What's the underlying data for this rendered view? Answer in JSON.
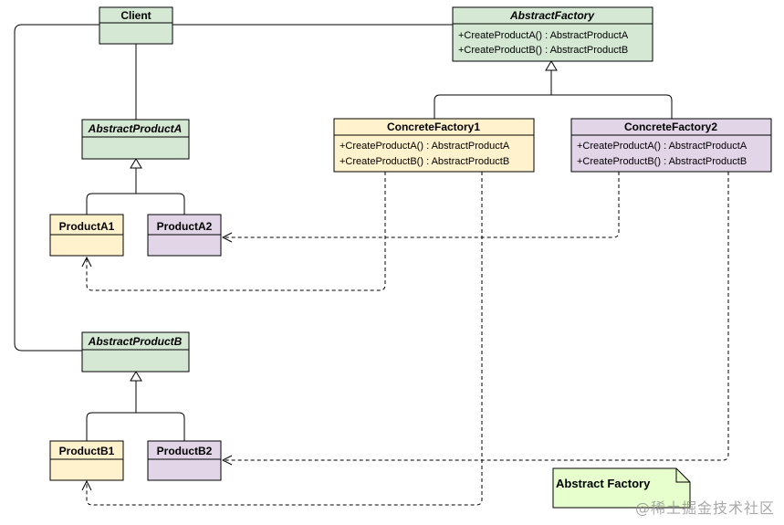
{
  "colors": {
    "green": "#d5e8d4",
    "yellow": "#fff2cc",
    "purple": "#e1d5e7",
    "note": "#e6ffcc"
  },
  "classes": {
    "client": {
      "name": "Client"
    },
    "abstract_factory": {
      "name": "AbstractFactory",
      "ops": [
        "+CreateProductA() : AbstractProductA",
        "+CreateProductB() : AbstractProductB"
      ]
    },
    "concrete_factory1": {
      "name": "ConcreteFactory1",
      "ops": [
        "+CreateProductA() : AbstractProductA",
        "+CreateProductB() : AbstractProductB"
      ]
    },
    "concrete_factory2": {
      "name": "ConcreteFactory2",
      "ops": [
        "+CreateProductA() : AbstractProductA",
        "+CreateProductB() : AbstractProductB"
      ]
    },
    "abstract_product_a": {
      "name": "AbstractProductA"
    },
    "product_a1": {
      "name": "ProductA1"
    },
    "product_a2": {
      "name": "ProductA2"
    },
    "abstract_product_b": {
      "name": "AbstractProductB"
    },
    "product_b1": {
      "name": "ProductB1"
    },
    "product_b2": {
      "name": "ProductB2"
    }
  },
  "note": {
    "text": "Abstract Factory"
  },
  "watermark": {
    "text": "@稀土掘金技术社区"
  }
}
